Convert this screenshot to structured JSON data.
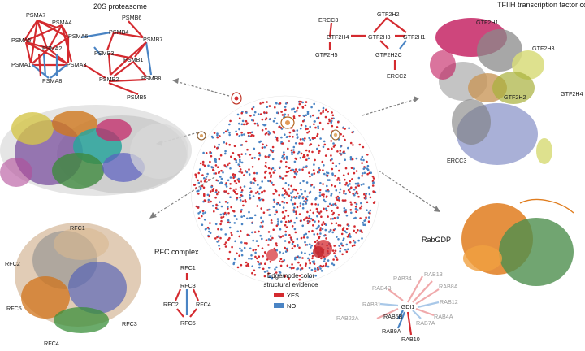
{
  "proteasome": {
    "title": "20S proteasome",
    "labels": {
      "PSMA7": "PSMA7",
      "PSMA4": "PSMA4",
      "PSMA5": "PSMA5",
      "PSMA6": "PSMA6",
      "PSMA2": "PSMA2",
      "PSMA1": "PSMA1",
      "PSMA3": "PSMA3",
      "PSMA8": "PSMA8",
      "PSMB6": "PSMB6",
      "PSMB4": "PSMB4",
      "PSMB7": "PSMB7",
      "PSMB3": "PSMB3",
      "PSMB1": "PSMB1",
      "PSMB2": "PSMB2",
      "PSMB8": "PSMB8",
      "PSMB5": "PSMB5"
    }
  },
  "tfiih": {
    "title": "TFIIH transcription factor core",
    "labels": {
      "ERCC3": "ERCC3",
      "GTF2H2": "GTF2H2",
      "GTF2H4": "GTF2H4",
      "GTF2H3": "GTF2H3",
      "GTF2H1": "GTF2H1",
      "GTF2H5": "GTF2H5",
      "GTF2H2C": "GTF2H2C",
      "ERCC2": "ERCC2"
    },
    "structure_labels": {
      "GTF2H1": "GTF2H1",
      "GTF2H3": "GTF2H3",
      "GTF2H2": "GTF2H2",
      "GTF2H4": "GTF2H4",
      "ERCC3": "ERCC3"
    }
  },
  "rfc": {
    "title": "RFC complex",
    "labels": {
      "RFC1": "RFC1",
      "RFC3": "RFC3",
      "RFC2": "RFC2",
      "RFC4": "RFC4",
      "RFC5": "RFC5"
    },
    "structure_labels": {
      "RFC1": "RFC1",
      "RFC2": "RFC2",
      "RFC5": "RFC5",
      "RFC3": "RFC3",
      "RFC4": "RFC4"
    }
  },
  "rabgdp": {
    "title": "RabGDP",
    "hub": "GDI1",
    "labels": {
      "RAB34": "RAB34",
      "RAB13": "RAB13",
      "RAB4B": "RAB4B",
      "RAB8A": "RAB8A",
      "RAB31": "RAB31",
      "RAB12": "RAB12",
      "RAB22A": "RAB22A",
      "RAB5B": "RAB5B",
      "RAB4A": "RAB4A",
      "RAB7A": "RAB7A",
      "RAB9A": "RAB9A",
      "RAB10": "RAB10"
    }
  },
  "legend": {
    "title_line1": "Edge/node color",
    "title_line2": "structural evidence",
    "items": [
      {
        "label": "YES",
        "color": "#d42a2f"
      },
      {
        "label": "NO",
        "color": "#4a84c4"
      }
    ]
  },
  "colors": {
    "yes": "#d42a2f",
    "no": "#4a84c4",
    "yes_faded": "#f0a9ab",
    "no_faded": "#a9c8e8"
  }
}
